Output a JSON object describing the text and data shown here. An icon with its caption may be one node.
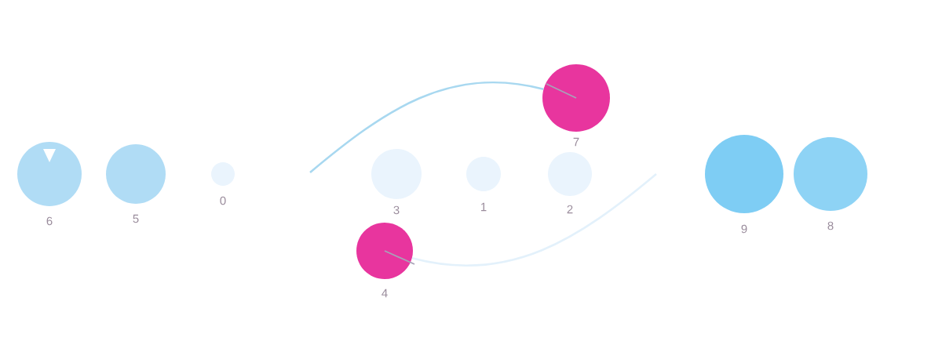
{
  "diagram": {
    "nodes": [
      {
        "text": [
          "6"
        ]
      },
      {
        "text": [
          "5"
        ]
      },
      {
        "text": [
          "0"
        ]
      },
      {
        "text": [
          "3"
        ]
      },
      {
        "text": [
          "4"
        ]
      },
      {
        "text": [
          "1"
        ]
      },
      {
        "text": [
          "2"
        ]
      },
      {
        "text": [
          "7"
        ]
      },
      {
        "text": [
          "9"
        ]
      },
      {
        "text": [
          "8"
        ]
      }
    ],
    "edges": [
      {
        "from": null,
        "to": 7,
        "arrow": "none"
      },
      {
        "from": 4,
        "to": null,
        "arrow": "none",
        "color": "#e3f1fb"
      }
    ]
  }
}
